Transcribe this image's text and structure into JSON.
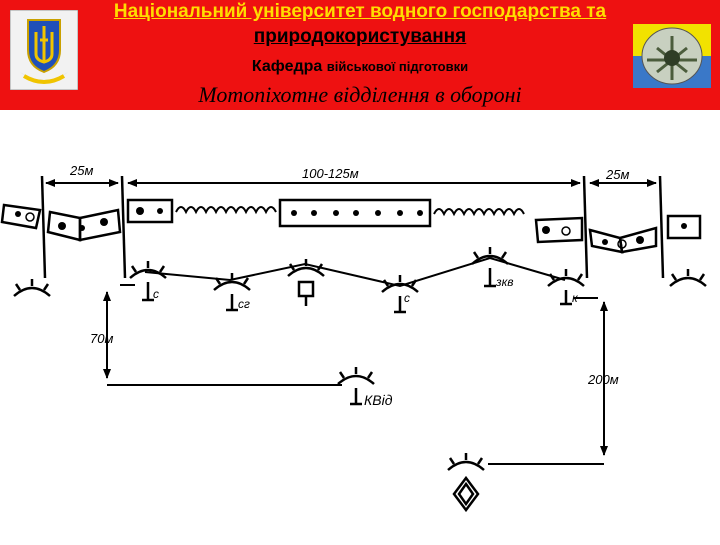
{
  "header": {
    "title_line1": "Національний університет водного господарства та",
    "title_line2": "природокористування",
    "department_prefix": "Кафедра",
    "department_rest": "військової підготовки",
    "slide_title": "Мотопіхотне відділення в обороні",
    "colors": {
      "band": "#ee1111",
      "title_yellow": "#ffdd00",
      "text": "#000000"
    }
  },
  "emblems": {
    "left": "university-coat-of-arms",
    "right": "military-department-emblem"
  },
  "diagram": {
    "dim_left": "25м",
    "dim_center": "100-125м",
    "dim_right": "25м",
    "dim_depth_left": "70м",
    "dim_depth_right": "200м",
    "pos_c1": "с",
    "pos_cg": "сг",
    "pos_c2": "с",
    "pos_zkv": "зкв",
    "pos_k": "к",
    "pos_kvid": "КВід"
  }
}
